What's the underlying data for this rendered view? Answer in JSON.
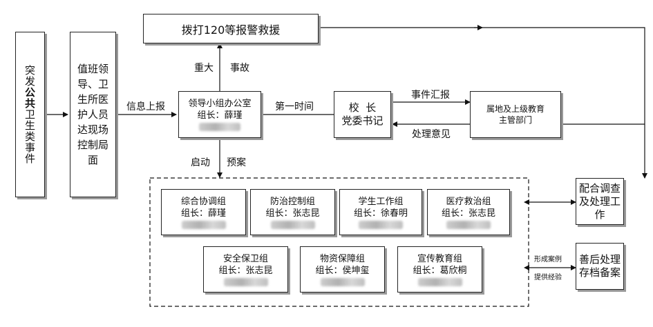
{
  "start": {
    "text_a": "突发",
    "text_bold": "公共",
    "text_b": "卫生类事件"
  },
  "onsite": {
    "text": "值班领导、卫生所医护人员达现场控制局面"
  },
  "call120": {
    "text": "拨打120等报警救援"
  },
  "office": {
    "title": "领导小组办公室",
    "leader": "组长：薛瑾"
  },
  "principal": {
    "line1": "校  长",
    "line2": "党委书记"
  },
  "superior": {
    "text": "属地及上级教育主管部门"
  },
  "cooperate": {
    "text": "配合调查及处理工作"
  },
  "aftermath": {
    "text": "善后处理存档备案"
  },
  "labels": {
    "report": "信息上报",
    "major_a": "重大",
    "major_b": "事故",
    "first_time": "第一时间",
    "event_report": "事件汇报",
    "opinion": "处理意见",
    "start_a": "启动",
    "start_b": "预案",
    "case": "形成案例",
    "experience": "提供经验"
  },
  "groups": [
    {
      "name": "综合协调组",
      "leader": "组长：薛瑾"
    },
    {
      "name": "防治控制组",
      "leader": "组长：张志昆"
    },
    {
      "name": "学生工作组",
      "leader": "组长：徐春明"
    },
    {
      "name": "医疗救治组",
      "leader": "组长：张志昆"
    },
    {
      "name": "安全保卫组",
      "leader": "组长：张志昆"
    },
    {
      "name": "物资保障组",
      "leader": "组长：侯坤玺"
    },
    {
      "name": "宣传教育组",
      "leader": "组长：葛欣桐"
    }
  ]
}
